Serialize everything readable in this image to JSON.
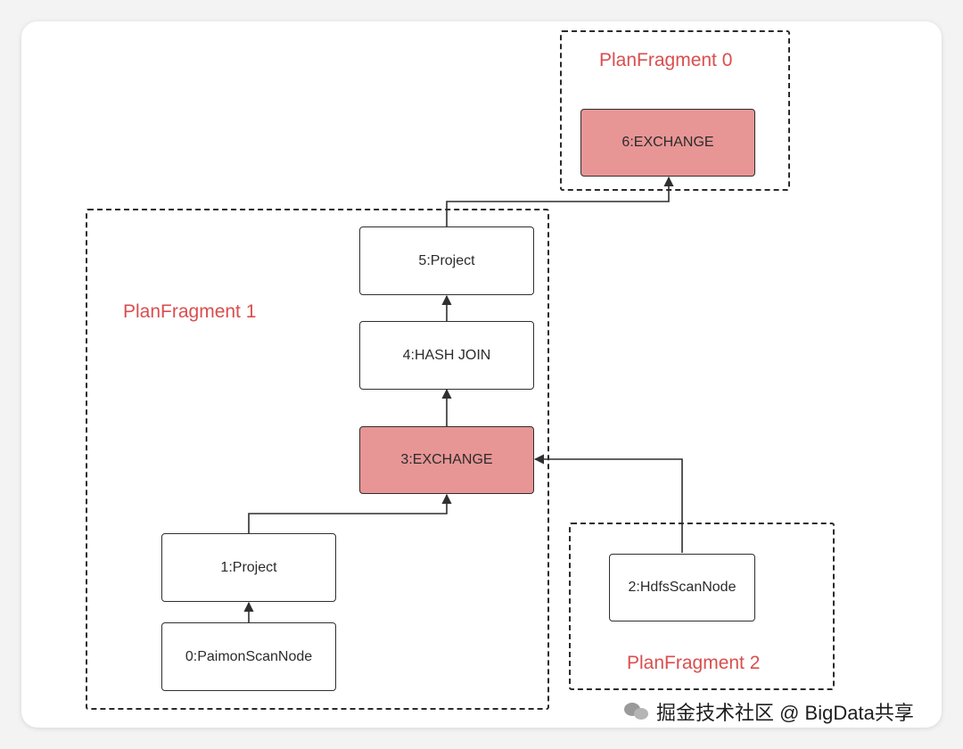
{
  "fragments": {
    "f0": {
      "label": "PlanFragment 0"
    },
    "f1": {
      "label": "PlanFragment 1"
    },
    "f2": {
      "label": "PlanFragment 2"
    }
  },
  "nodes": {
    "n0": {
      "label": "0:PaimonScanNode"
    },
    "n1": {
      "label": "1:Project"
    },
    "n2": {
      "label": "2:HdfsScanNode"
    },
    "n3": {
      "label": "3:EXCHANGE"
    },
    "n4": {
      "label": "4:HASH JOIN"
    },
    "n5": {
      "label": "5:Project"
    },
    "n6": {
      "label": "6:EXCHANGE"
    }
  },
  "colors": {
    "exchange_fill": "#e89595",
    "fragment_label": "#d94e4e",
    "line": "#2f2f2f"
  },
  "watermark": {
    "icon": "wechat-icon",
    "text": "掘金技术社区 @ BigData共享"
  }
}
